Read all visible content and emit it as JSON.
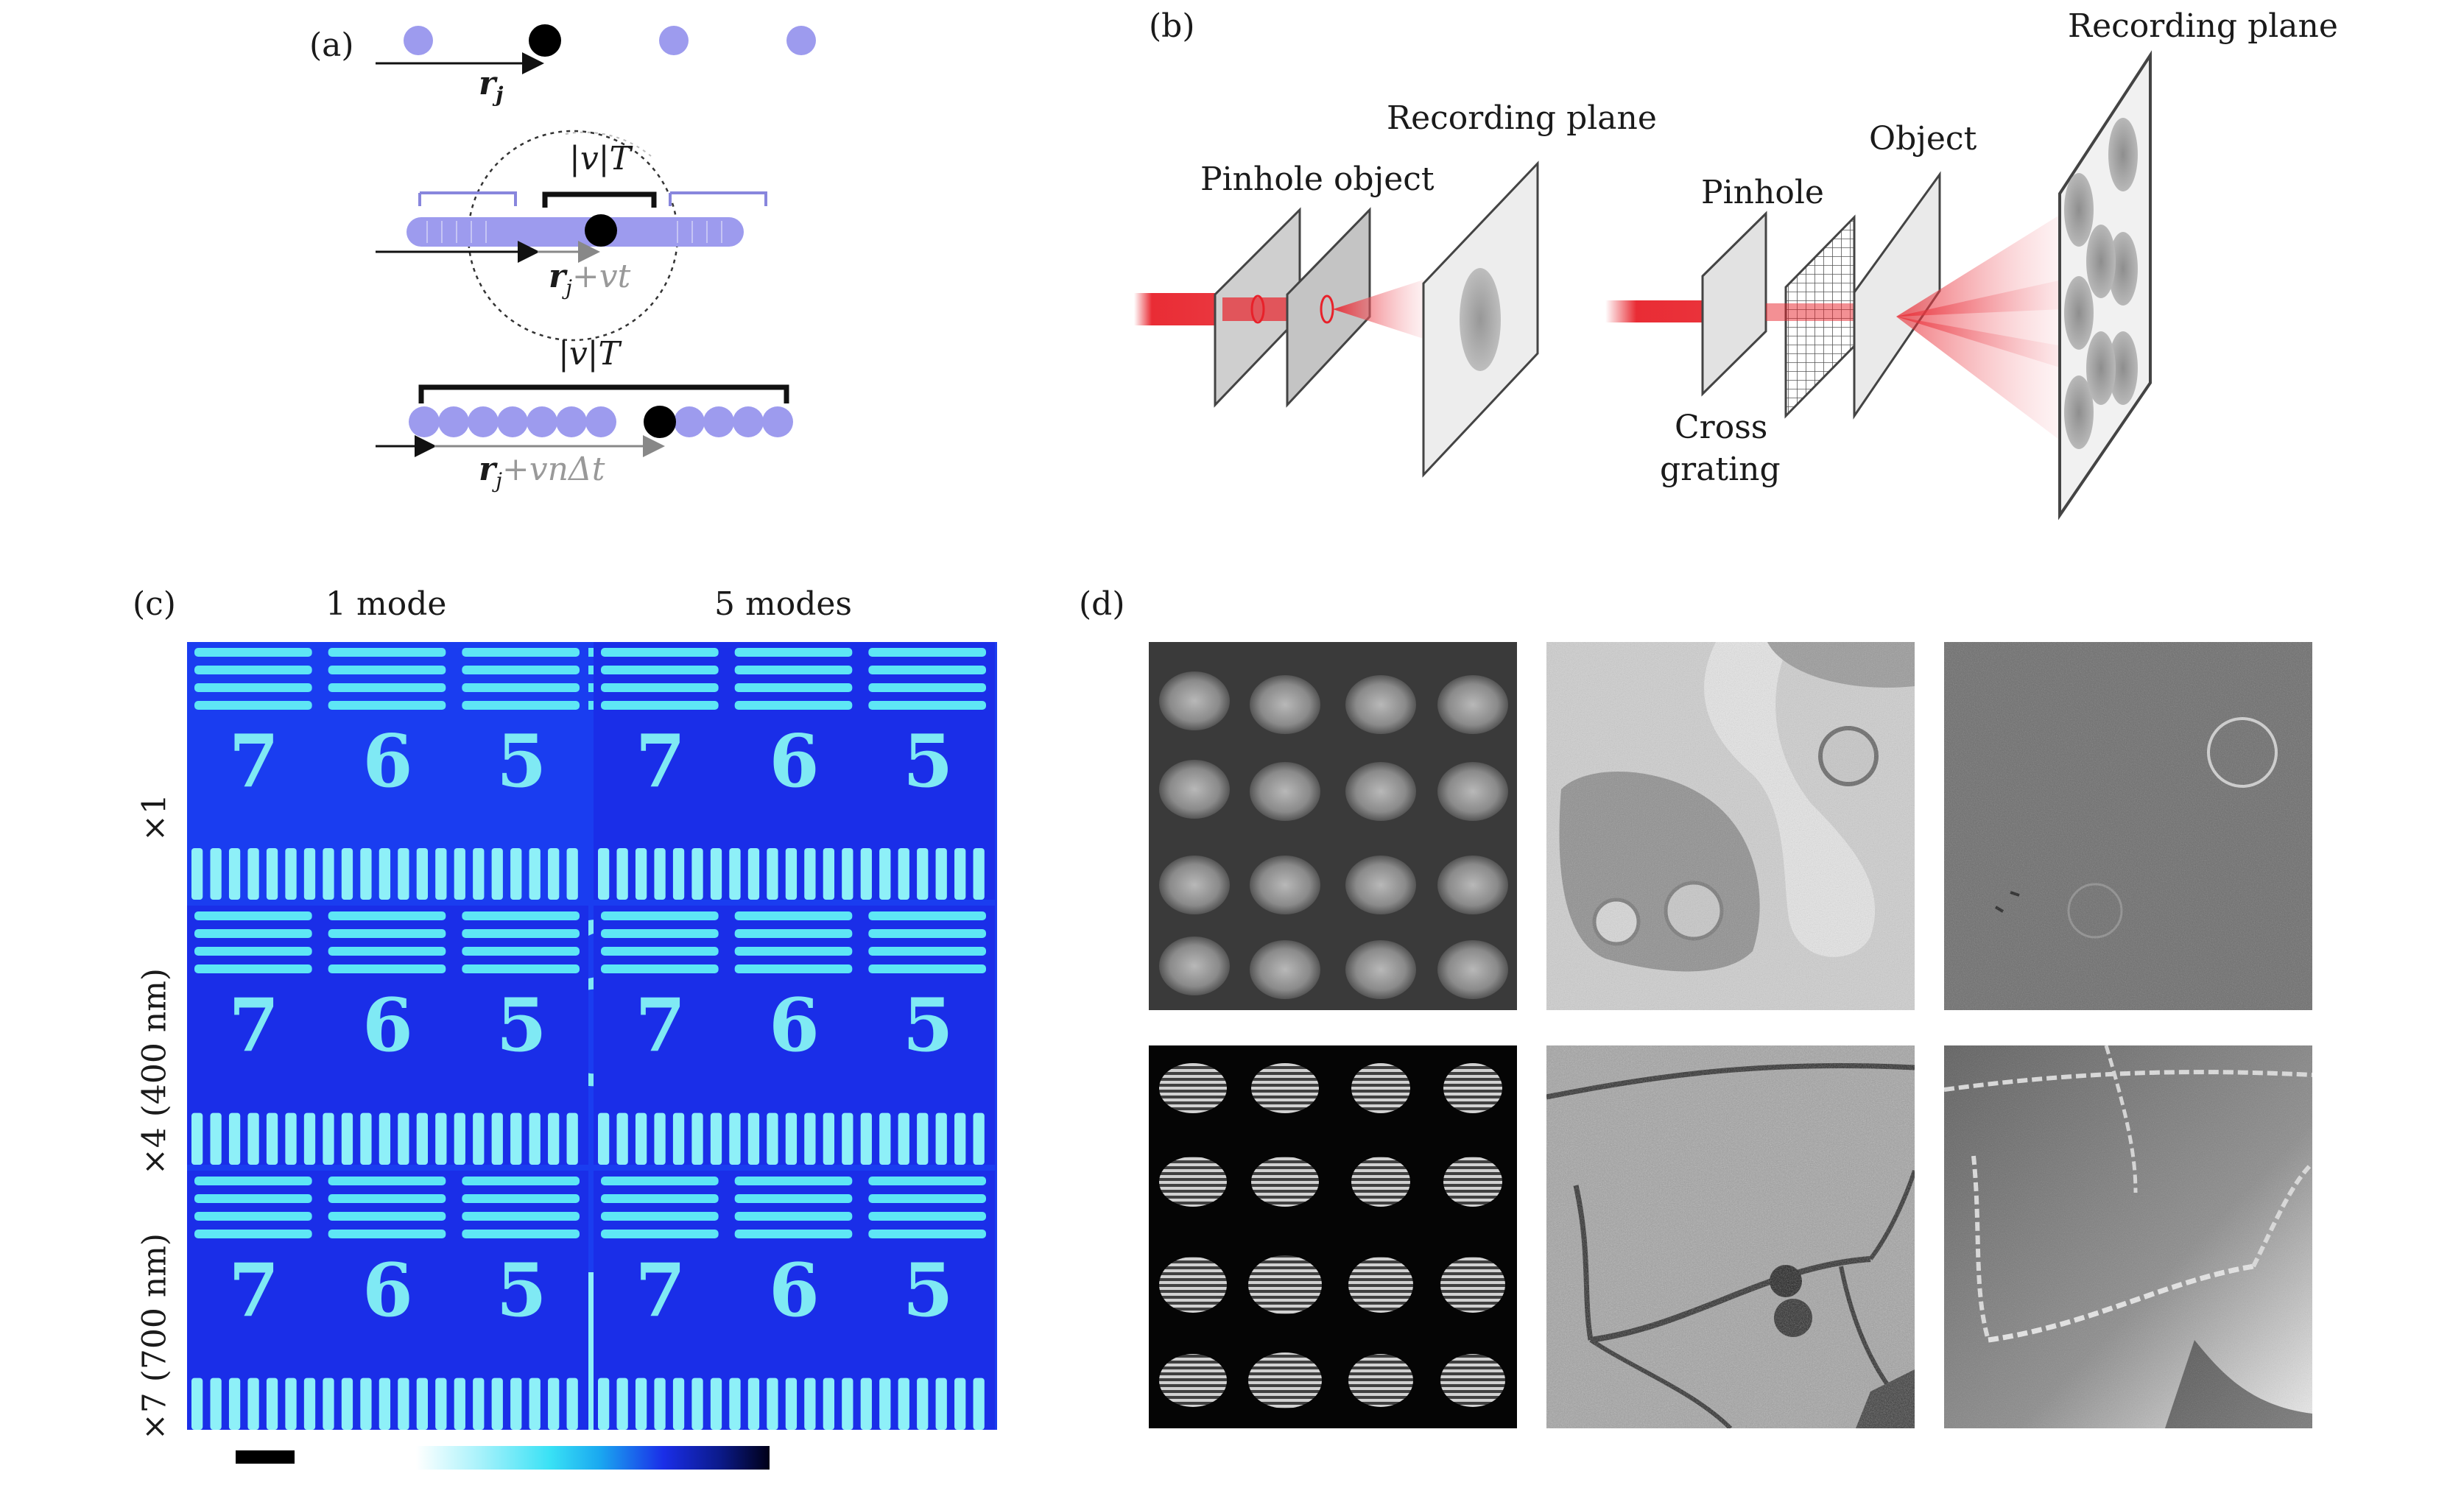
{
  "panel_a": {
    "label": "(a)",
    "r_j": "r",
    "r_j_sub": "j",
    "vT_label": "|v|T",
    "rj_plus_vt_label": "+vt",
    "vT2_label": "|v|T",
    "rj_plus_vn_label": "+vnΔt"
  },
  "panel_b": {
    "label": "(b)",
    "recording_plane_1": "Recording plane",
    "pinhole_object": "Pinhole object",
    "recording_plane_2": "Recording plane",
    "object": "Object",
    "pinhole": "Pinhole",
    "cross_grating_1": "Cross",
    "cross_grating_2": "grating"
  },
  "panel_c": {
    "label": "(c)",
    "col_1mode": "1 mode",
    "col_5modes": "5 modes",
    "row_x1": "×1",
    "row_x4": "×4 (400 nm)",
    "row_x7": "×7 (700 nm)",
    "digits": [
      "7",
      "6",
      "5"
    ]
  },
  "panel_d": {
    "label": "(d)"
  },
  "colors": {
    "accent_blue": "#1a2ee8",
    "cyan": "#39e1f5",
    "laser_red": "#e8212a",
    "dot_purple": "#9d9bee"
  }
}
